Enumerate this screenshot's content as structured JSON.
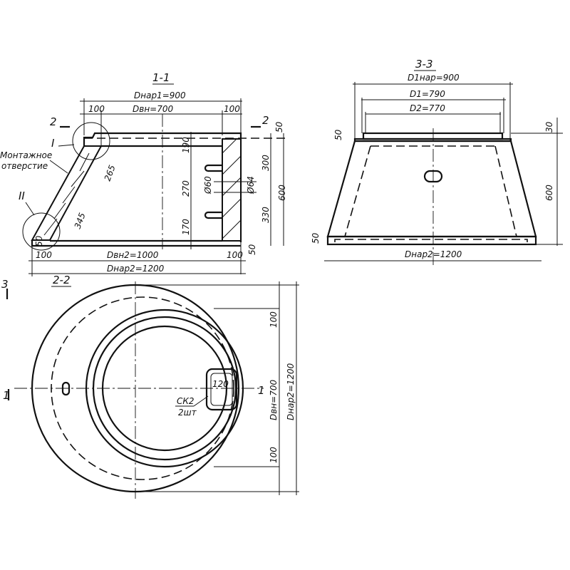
{
  "section_1_1": {
    "title": "1-1",
    "d_outer_top": "Dнар1=900",
    "d_inner_top": "Dвн=700",
    "rim_left": "100",
    "rim_right": "100",
    "cut_mark_left": "2",
    "cut_mark_right": "2",
    "node_1": "I",
    "node_2": "II",
    "opening_label_1": "Монтажное",
    "opening_label_2": "отверстие",
    "dim_265": "265",
    "dim_345": "345",
    "dim_190": "190",
    "dim_270": "270",
    "dim_170": "170",
    "dia_60": "Ø60",
    "dia_64": "Ø64",
    "dim_300": "300",
    "dim_600": "600",
    "dim_330": "330",
    "dim_50_top": "50",
    "dim_50_left": "50",
    "dim_50_right": "50",
    "base_left": "100",
    "base_right": "100",
    "d_inner_bottom": "Dвн2=1000",
    "d_outer_bottom": "Dнар2=1200"
  },
  "section_3_3": {
    "title": "3-3",
    "d_outer_top": "D1нар=900",
    "d1": "D1=790",
    "d2": "D2=770",
    "dim_30": "30",
    "dim_600": "600",
    "dim_50_top": "50",
    "dim_50_bottom": "50",
    "d_outer_bottom": "Dнар2=1200"
  },
  "section_2_2": {
    "title": "2-2",
    "cut_mark_3": "3",
    "cut_mark_1_left": "1",
    "cut_mark_1_right": "1",
    "dim_120": "120",
    "bracket_label": "СК2",
    "bracket_count": "2шт",
    "dim_100_top": "100",
    "d_inner": "Dвн=700",
    "d_outer": "Dнар2=1200",
    "dim_100_bottom": "100"
  }
}
